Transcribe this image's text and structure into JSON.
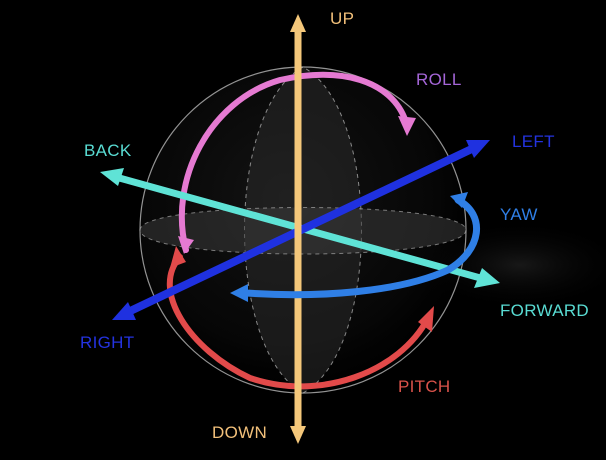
{
  "labels": {
    "up": "UP",
    "down": "DOWN",
    "left": "LEFT",
    "right": "RIGHT",
    "back": "BACK",
    "forward": "FORWARD",
    "roll": "ROLL",
    "yaw": "YAW",
    "pitch": "PITCH"
  },
  "colors": {
    "background": "#000000",
    "up_down_axis": "#f4c77a",
    "left_right_axis": "#1f31e0",
    "back_forward_axis": "#5fe3d6",
    "roll": "#e57ad2",
    "yaw": "#2f7fe6",
    "pitch": "#e24a4a",
    "label_up_down": "#f2c07a",
    "label_left_right": "#2433e0",
    "label_back_forward": "#59dcd3",
    "label_roll": "#a566d8",
    "label_yaw": "#2f7fe6",
    "label_pitch": "#d9524a"
  }
}
